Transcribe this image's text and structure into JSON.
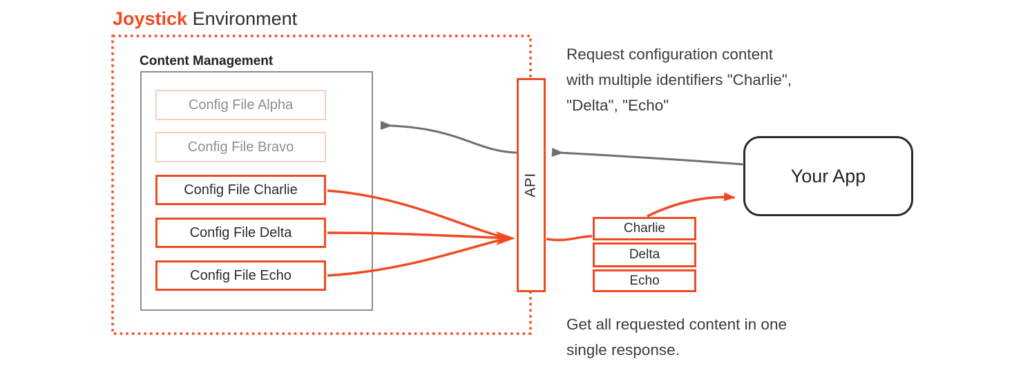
{
  "title": {
    "brand": "Joystick",
    "rest": " Environment"
  },
  "environment": {
    "content_management": {
      "label": "Content Management",
      "files": [
        {
          "label": "Config File Alpha",
          "state": "inactive"
        },
        {
          "label": "Config File Bravo",
          "state": "inactive"
        },
        {
          "label": "Config File Charlie",
          "state": "active"
        },
        {
          "label": "Config File Delta",
          "state": "active"
        },
        {
          "label": "Config File Echo",
          "state": "active"
        }
      ]
    }
  },
  "api": {
    "label": "API"
  },
  "app": {
    "label": "Your App"
  },
  "response_stack": {
    "items": [
      "Charlie",
      "Delta",
      "Echo"
    ]
  },
  "annotations": {
    "request": {
      "lines": [
        "Request configuration content",
        "with multiple identifiers \"Charlie\",",
        "\"Delta\", \"Echo\""
      ]
    },
    "response": {
      "lines": [
        "Get all requested content in one",
        "single response."
      ]
    }
  },
  "colors": {
    "accent": "#f04a23",
    "accent_faded": "#f9cdbc",
    "box_gray": "#8c8c8c",
    "arrow_gray": "#6e6e6e",
    "text_dark": "#2b2b2b",
    "text_muted": "#8e8e8e"
  }
}
